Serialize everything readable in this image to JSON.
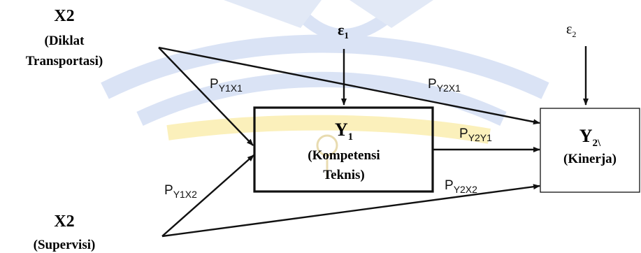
{
  "nodes": {
    "x_top": {
      "symbol": "X2",
      "line1": "(Diklat",
      "line2": "Transportasi)"
    },
    "x_bottom": {
      "symbol": "X2",
      "line1": "(Supervisi)"
    },
    "y1": {
      "symbol": "Y",
      "subscript": "1",
      "line1": "(Kompetensi",
      "line2": "Teknis)"
    },
    "y2": {
      "symbol": "Y",
      "subscript": "2\\",
      "line1": "(Kinerja)"
    }
  },
  "errors": {
    "e1": {
      "symbol": "ε",
      "subscript": "1"
    },
    "e2": {
      "symbol": "ε",
      "subscript": "2"
    }
  },
  "paths": {
    "py1x1": {
      "p": "P",
      "sub": "Y1X1"
    },
    "py2x1": {
      "p": "P",
      "sub": "Y2X1"
    },
    "py2y1": {
      "p": "P",
      "sub": "Y2Y1"
    },
    "py1x2": {
      "p": "P",
      "sub": "Y1X2"
    },
    "py2x2": {
      "p": "P",
      "sub": "Y2X2"
    }
  },
  "colors": {
    "watermark_blue": "#d6e0f4",
    "watermark_yellow": "#fbefb4",
    "ink": "#111111"
  }
}
